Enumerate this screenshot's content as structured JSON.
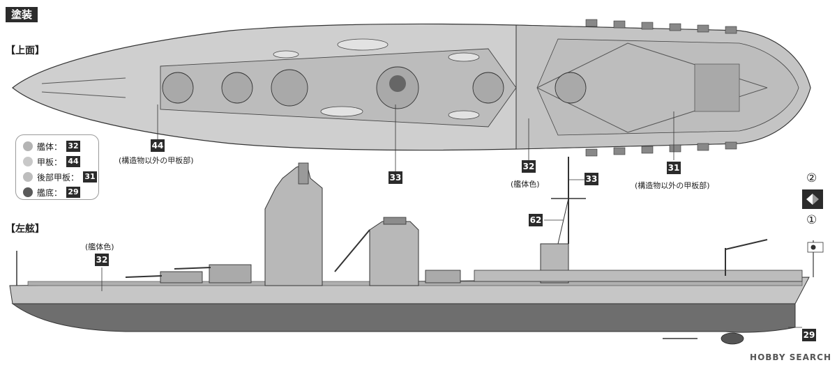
{
  "header": {
    "title": "塗装"
  },
  "views": {
    "top": "【上面】",
    "left": "【左舷】"
  },
  "legend": {
    "items": [
      {
        "label": "艦体：",
        "code": "32",
        "color": "#b4b4b4"
      },
      {
        "label": "甲板：",
        "code": "44",
        "color": "#c8c8c8"
      },
      {
        "label": "後部甲板：",
        "code": "31",
        "color": "#bdbdbd"
      },
      {
        "label": "艦底：",
        "code": "29",
        "color": "#5a5a5a"
      }
    ]
  },
  "callouts": {
    "c44": {
      "code": "44",
      "note": "(構造物以外の甲板部)"
    },
    "c33_center": {
      "code": "33"
    },
    "c32_top": {
      "code": "32",
      "note": "(艦体色)"
    },
    "c33_mast": {
      "code": "33"
    },
    "c31": {
      "code": "31",
      "note": "(構造物以外の甲板部)"
    },
    "c62": {
      "code": "62"
    },
    "c32_side": {
      "code": "32",
      "note": "(艦体色)"
    },
    "c29": {
      "code": "29"
    }
  },
  "steps": {
    "step2": "②",
    "step1": "①"
  },
  "watermark": "HOBBY SEARCH"
}
